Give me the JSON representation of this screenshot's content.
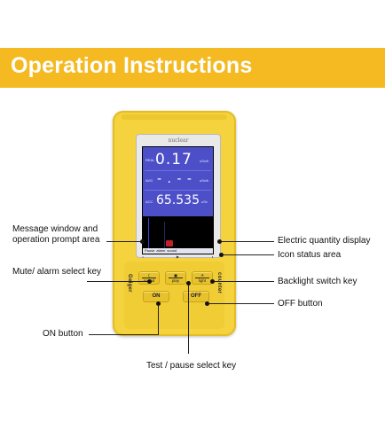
{
  "banner": {
    "title": "Operation Instructions",
    "color": "#f5b922"
  },
  "device": {
    "brand": "nuclear",
    "readouts": [
      {
        "label": "REAL",
        "value": "0.17",
        "unit": "uSv/h"
      },
      {
        "label": "AVG",
        "value": "- . - -",
        "unit": "uSv/h"
      },
      {
        "label": "ACC",
        "value": "65.535",
        "unit": "uSv"
      }
    ],
    "message_bar": [
      "Pause",
      "alarm",
      "sound"
    ],
    "icon_bar": [
      "<",
      "▶",
      "◐"
    ],
    "side_left": "Geiger",
    "side_right": "counter",
    "keys": [
      {
        "top": "(",
        "bottom": "sound"
      },
      {
        "top": "◼",
        "bottom": "play"
      },
      {
        "top": "☀",
        "bottom": "light"
      }
    ],
    "on_key": "ON",
    "off_key": "OFF"
  },
  "callouts": {
    "message_window": "Message window and",
    "operation_prompt": "operation prompt area",
    "electric_display": "Electric quantity display",
    "icon_status": "Icon status area",
    "mute_alarm": "Mute/ alarm select key",
    "backlight": "Backlight switch key",
    "off_button": "OFF button",
    "on_button": "ON button",
    "test_pause": "Test / pause select key"
  },
  "colors": {
    "device_body": "#f4d33e",
    "lcd_readout": "#4d4fc9",
    "alarm_mark": "#c4202a"
  }
}
